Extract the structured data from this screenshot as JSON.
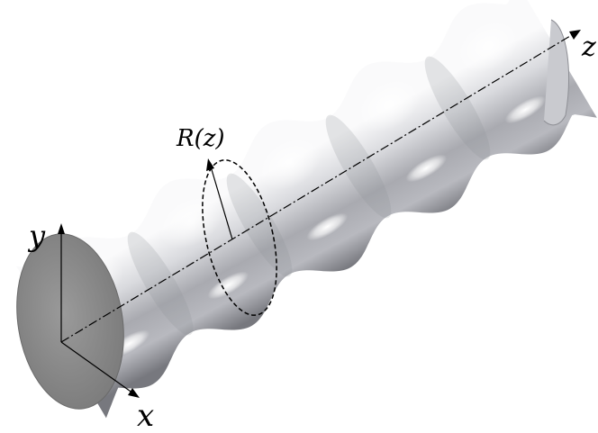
{
  "labels": {
    "radius": "R(z)",
    "axis_x": "x",
    "axis_y": "y",
    "axis_z": "z"
  },
  "colors": {
    "surface_light": "#f4f4f6",
    "surface_mid": "#b9bac0",
    "surface_dark": "#6e6f75",
    "end_cap": "#8a8a8a",
    "line": "#000000"
  }
}
